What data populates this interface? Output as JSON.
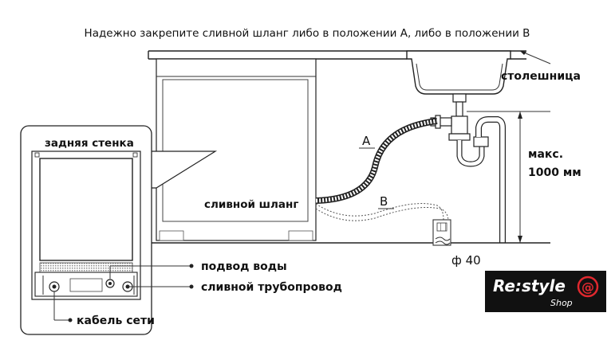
{
  "title": "Надежно закрепите сливной шланг либо в положении А, либо в положении В",
  "labels": {
    "countertop": "столешница",
    "max_height_line1": "макс.",
    "max_height_line2": "1000 мм",
    "back_wall": "задняя стенка",
    "drain_hose": "сливной шланг",
    "water_inlet": "подвод воды",
    "drain_pipe": "сливной трубопровод",
    "power_cable": "кабель сети",
    "position_a": "A",
    "position_b": "B",
    "diameter": "ф 40"
  },
  "logo": {
    "brand": "Re:style",
    "sub": "Shop"
  },
  "colors": {
    "line": "#222222",
    "logo_bg": "#111111",
    "logo_accent": "#e0282e",
    "hatch": "#9a9a9a"
  }
}
